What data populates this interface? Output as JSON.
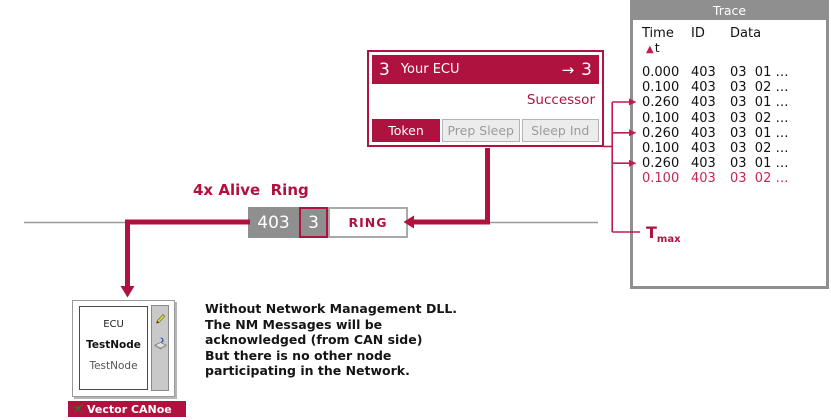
{
  "colors": {
    "accent": "#b0123f",
    "trace_highlight": "#c62753",
    "bracket": "#c01c4e",
    "gray_box": "#8f8f8f",
    "bus_line": "#9a9a9a",
    "tab_inactive_bg": "#ececec",
    "tab_inactive_text": "#9b9b9b"
  },
  "trace": {
    "title": "Trace",
    "columns": [
      "Time",
      "ID",
      "Data"
    ],
    "sort_icon": "▲",
    "sort_field": "t",
    "rows": [
      {
        "time": "0.000",
        "id": "403",
        "data": "03  01 …"
      },
      {
        "time": "0.100",
        "id": "403",
        "data": "03  02 …"
      },
      {
        "time": "0.260",
        "id": "403",
        "data": "03  01 …"
      },
      {
        "time": "0.100",
        "id": "403",
        "data": "03  02 …"
      },
      {
        "time": "0.260",
        "id": "403",
        "data": "03  01 …"
      },
      {
        "time": "0.100",
        "id": "403",
        "data": "03  02 …"
      },
      {
        "time": "0.260",
        "id": "403",
        "data": "03  01 …"
      },
      {
        "time": "0.100",
        "id": "403",
        "data": "03  02 …"
      }
    ],
    "tmax": {
      "base": "T",
      "sub": "max"
    }
  },
  "ecu_panel": {
    "slot_current": "3",
    "title": "Your ECU",
    "arrow": "→",
    "slot_successor": "3",
    "successor_label": "Successor",
    "tabs": [
      {
        "label": "Token",
        "active": true
      },
      {
        "label": "Prep Sleep",
        "active": false
      },
      {
        "label": "Sleep Ind",
        "active": false
      }
    ]
  },
  "bus": {
    "label": "4x Alive  Ring",
    "frame": {
      "id": "403",
      "counter": "3",
      "type": "RING"
    }
  },
  "node": {
    "lines": [
      "ECU",
      "TestNode",
      "TestNode"
    ],
    "banner": "Vector CANoe",
    "icons": [
      "pencil-icon",
      "message-send-icon",
      "vector-logo"
    ]
  },
  "note": {
    "lines": [
      "Without Network Management DLL.",
      "The NM Messages will be",
      "acknowledged (from CAN side)",
      "But there is no other node",
      "participating in the Network."
    ]
  }
}
